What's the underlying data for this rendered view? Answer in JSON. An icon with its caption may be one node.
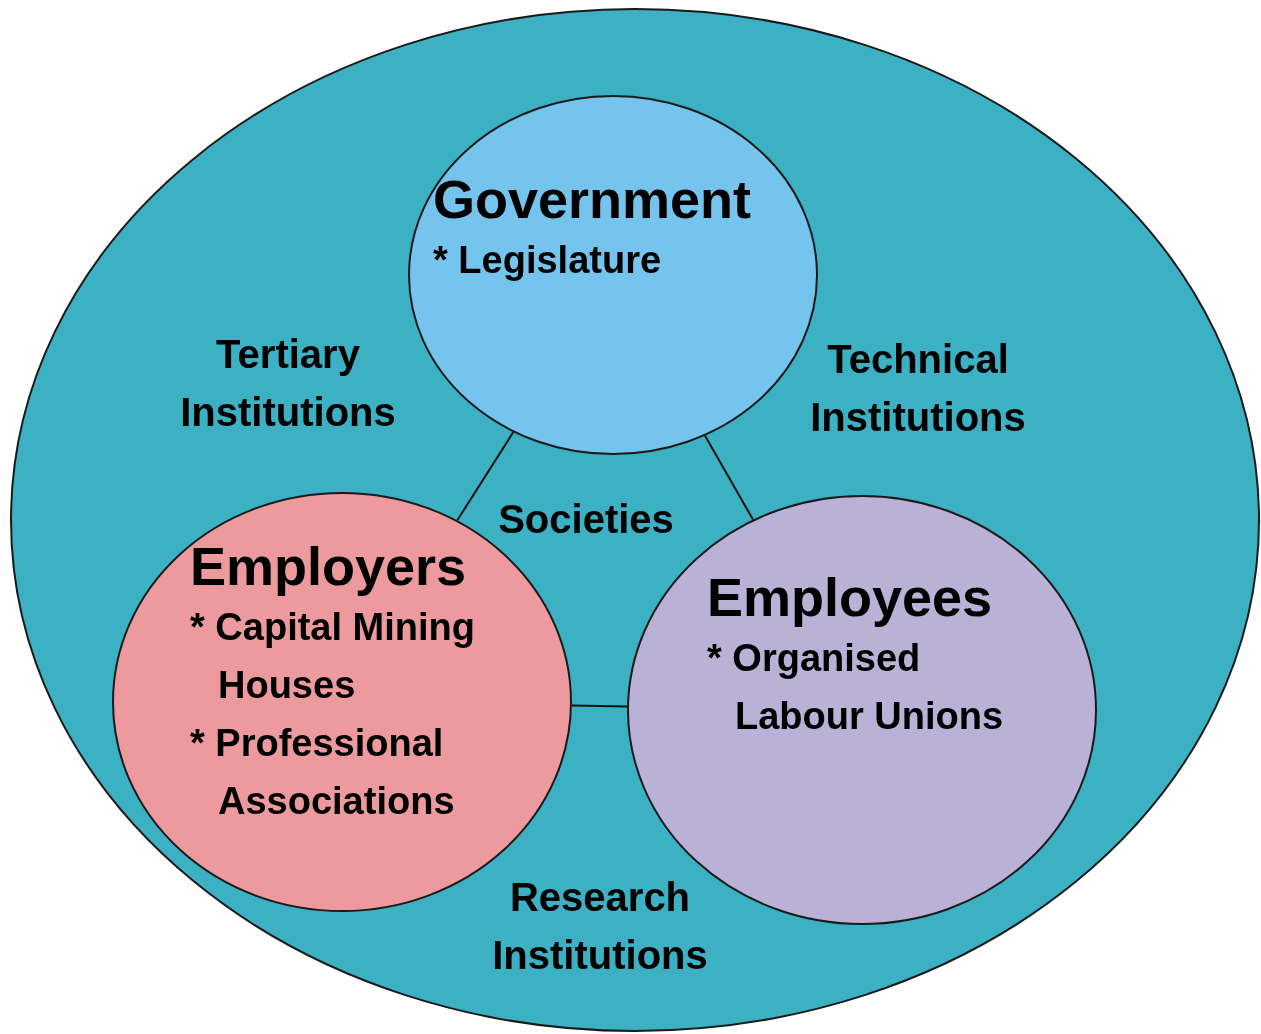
{
  "diagram": {
    "nodes": [
      {
        "text": [],
        "shape": "ellipse"
      },
      {
        "text": [
          "Government",
          "* Legislature"
        ],
        "in": 0
      },
      {
        "text": [
          "Employers",
          "* Capital Mining Houses",
          "* Professional Associations"
        ],
        "in": 0
      },
      {
        "text": [
          "Employees",
          "* Organised Labour Unions"
        ],
        "in": 0
      }
    ],
    "edges": [
      {
        "from": 1,
        "to": 2,
        "arrow": "none"
      },
      {
        "from": 1,
        "to": 3,
        "arrow": "none"
      },
      {
        "from": 2,
        "to": 3,
        "arrow": "none"
      }
    ],
    "labels": [
      "Tertiary Institutions",
      "Technical Institutions",
      "Societies",
      "Research Institutions"
    ]
  }
}
